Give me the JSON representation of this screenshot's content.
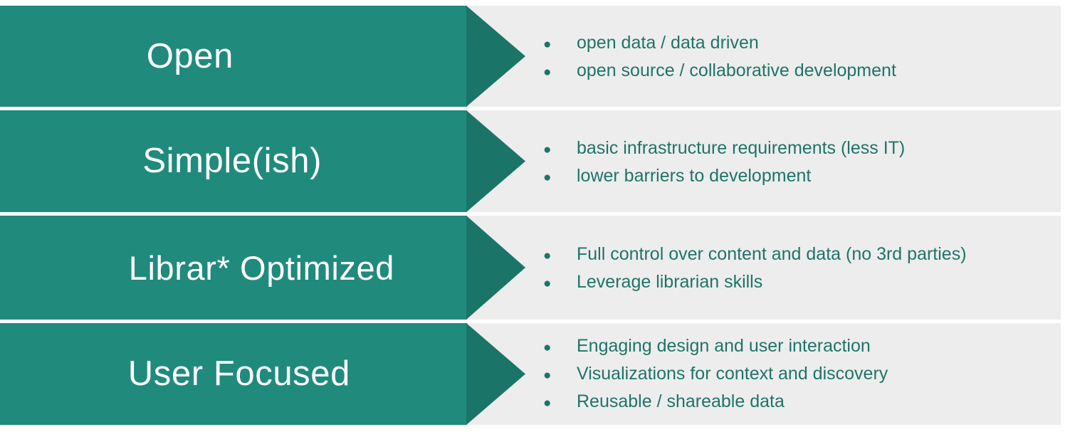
{
  "slide": {
    "background_color": "#ffffff",
    "panel_color": "#ededed",
    "arrow_color": "#208a7d",
    "arrow_tip_color": "#1b7468",
    "arrow_label_color": "#ffffff",
    "bullet_text_color": "#1f7468",
    "bullet_glyph": "●"
  },
  "rows": [
    {
      "label": "Open",
      "bullets": [
        "open data / data driven",
        "open source / collaborative development"
      ]
    },
    {
      "label": "Simple(ish)",
      "bullets": [
        "basic infrastructure requirements (less IT)",
        "lower barriers to development"
      ]
    },
    {
      "label": "Librar* Optimized",
      "bullets": [
        "Full control over content and data (no 3rd parties)",
        "Leverage librarian skills"
      ]
    },
    {
      "label": "User Focused",
      "bullets": [
        "Engaging design and user interaction",
        "Visualizations for context and discovery",
        "Reusable / shareable data"
      ]
    }
  ]
}
